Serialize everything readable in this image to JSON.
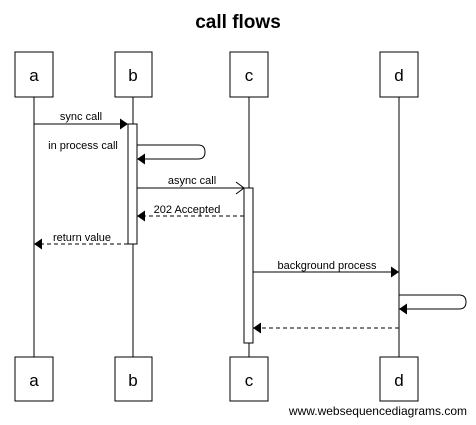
{
  "title": "call flows",
  "actors": [
    {
      "id": "a",
      "label": "a"
    },
    {
      "id": "b",
      "label": "b"
    },
    {
      "id": "c",
      "label": "c"
    },
    {
      "id": "d",
      "label": "d"
    }
  ],
  "messages": [
    {
      "from": "a",
      "to": "b",
      "label": "sync call",
      "style": "solid",
      "arrow": "filled"
    },
    {
      "from": "b",
      "to": "b",
      "label": "in process call",
      "style": "solid",
      "arrow": "filled"
    },
    {
      "from": "b",
      "to": "c",
      "label": "async call",
      "style": "solid",
      "arrow": "open"
    },
    {
      "from": "c",
      "to": "b",
      "label": "202 Accepted",
      "style": "dashed",
      "arrow": "filled"
    },
    {
      "from": "b",
      "to": "a",
      "label": "return value",
      "style": "dashed",
      "arrow": "filled"
    },
    {
      "from": "c",
      "to": "d",
      "label": "background process",
      "style": "solid",
      "arrow": "filled"
    },
    {
      "from": "d",
      "to": "d",
      "label": "",
      "style": "solid",
      "arrow": "filled"
    },
    {
      "from": "d",
      "to": "c",
      "label": "",
      "style": "dashed",
      "arrow": "filled"
    }
  ],
  "footer": "www.websequencediagrams.com"
}
